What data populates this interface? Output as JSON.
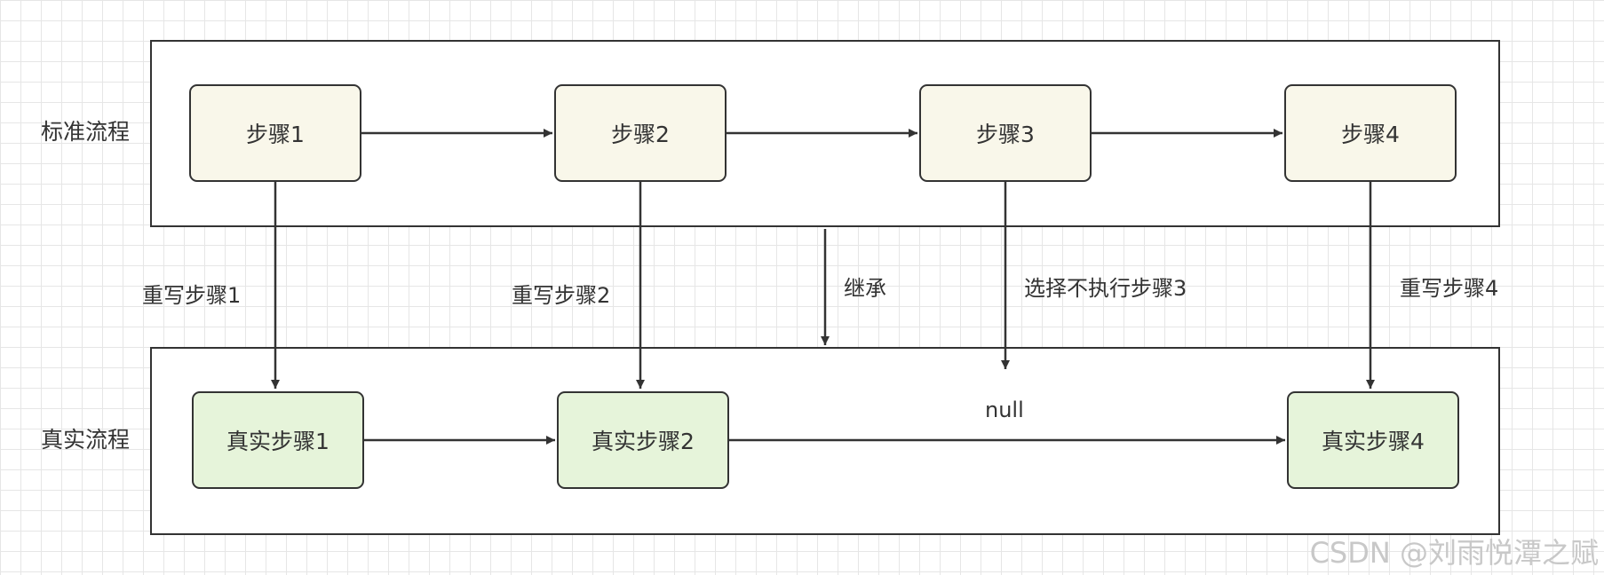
{
  "diagram": {
    "standard_flow": {
      "label": "标准流程",
      "steps": [
        "步骤1",
        "步骤2",
        "步骤3",
        "步骤4"
      ]
    },
    "real_flow": {
      "label": "真实流程",
      "steps": [
        "真实步骤1",
        "真实步骤2",
        "真实步骤4"
      ]
    },
    "edge_labels": {
      "override_1": "重写步骤1",
      "override_2": "重写步骤2",
      "inherit": "继承",
      "skip_3": "选择不执行步骤3",
      "override_4": "重写步骤4",
      "null_text": "null"
    }
  },
  "watermark": "CSDN @刘雨悦潭之赋",
  "colors": {
    "standard_step_fill": "#f9f7ea",
    "real_step_fill": "#e6f4da",
    "stroke": "#333333",
    "grid": "#e6e6e6"
  }
}
